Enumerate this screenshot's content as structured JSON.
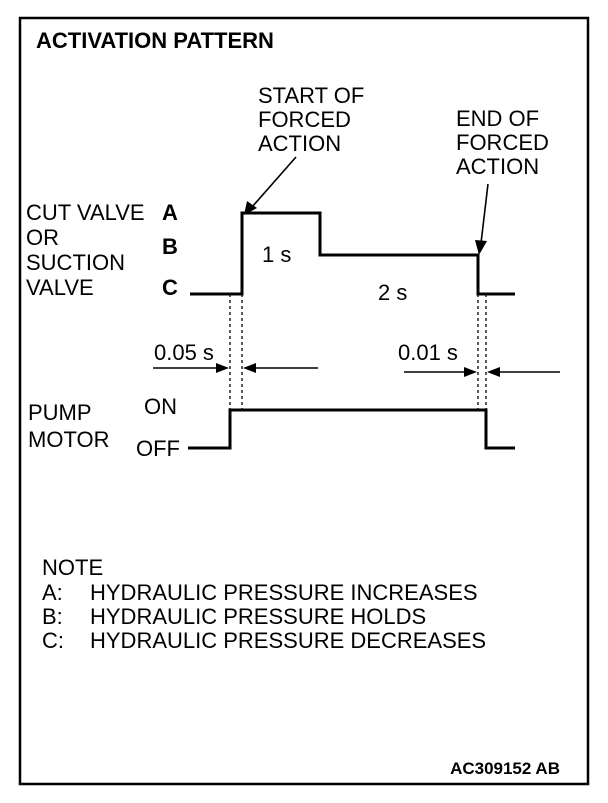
{
  "title": "ACTIVATION PATTERN",
  "annotations": {
    "start": [
      "START OF",
      "FORCED",
      "ACTION"
    ],
    "end": [
      "END OF",
      "FORCED",
      "ACTION"
    ]
  },
  "valve": {
    "label": [
      "CUT VALVE",
      "OR",
      "SUCTION",
      "VALVE"
    ],
    "level_a": "A",
    "level_b": "B",
    "level_c": "C"
  },
  "durations": {
    "hold_a": "1 s",
    "hold_b": "2 s",
    "lead": "0.05 s",
    "lag": "0.01 s"
  },
  "pump": {
    "label": [
      "PUMP",
      "MOTOR"
    ],
    "on": "ON",
    "off": "OFF"
  },
  "note": {
    "heading": "NOTE",
    "items": [
      {
        "key": "A:",
        "text": "HYDRAULIC PRESSURE INCREASES"
      },
      {
        "key": "B:",
        "text": "HYDRAULIC PRESSURE HOLDS"
      },
      {
        "key": "C:",
        "text": "HYDRAULIC PRESSURE DECREASES"
      }
    ]
  },
  "figure_id": "AC309152 AB"
}
